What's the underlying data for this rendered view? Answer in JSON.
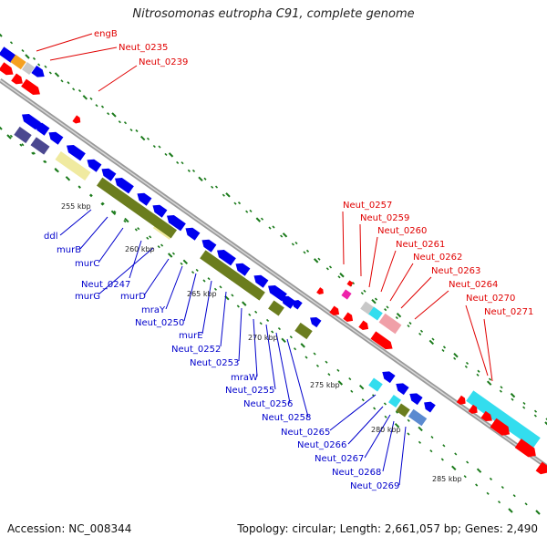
{
  "title": "Nitrosomonas eutropha C91, complete genome",
  "footer": {
    "accession": "Accession: NC_008344",
    "topology": "Topology: circular; Length: 2,661,057 bp; Genes: 2,490"
  },
  "colors": {
    "forward_label": "#e00000",
    "reverse_label": "#0000cc",
    "forward_gene": "#ff0000",
    "reverse_gene": "#0000ee",
    "backbone": "#808080",
    "tick": "#1a7a1a",
    "olive": "#6b7d1e",
    "cream": "#f0eaa0",
    "purple": "#4b4890",
    "cyan": "#33ddee",
    "pink": "#f0a0a8",
    "magenta": "#ee22aa",
    "orange": "#f5a020",
    "gray": "#c8c8c8",
    "steelblue": "#5b8ad0"
  },
  "kbp_labels": [
    "255 kbp",
    "260 kbp",
    "265 kbp",
    "270 kbp",
    "275 kbp",
    "280 kbp",
    "285 kbp"
  ],
  "forward_labels": [
    "engB",
    "Neut_0235",
    "Neut_0239",
    "Neut_0257",
    "Neut_0259",
    "Neut_0260",
    "Neut_0261",
    "Neut_0262",
    "Neut_0263",
    "Neut_0264",
    "Neut_0270",
    "Neut_0271"
  ],
  "reverse_labels": [
    "ddl",
    "murB",
    "murC",
    "Neut_0247",
    "murG",
    "murD",
    "mraY",
    "Neut_0250",
    "murE",
    "Neut_0252",
    "Neut_0253",
    "mraW",
    "Neut_0255",
    "Neut_0256",
    "Neut_0258",
    "Neut_0265",
    "Neut_0266",
    "Neut_0267",
    "Neut_0268",
    "Neut_0269"
  ]
}
